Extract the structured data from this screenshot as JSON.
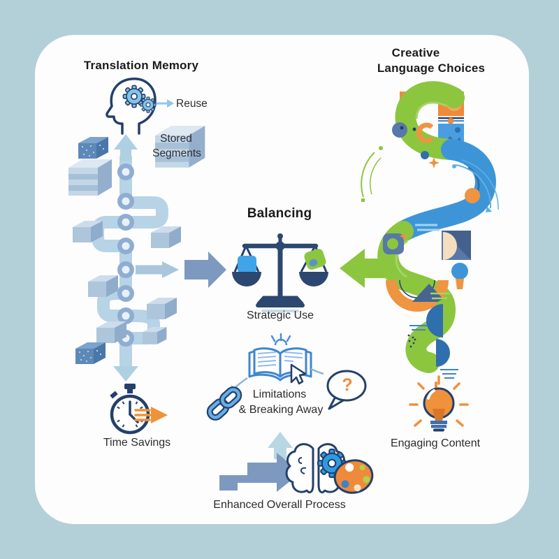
{
  "colors": {
    "background": "#b3cfd8",
    "card": "#fdfdfd",
    "navy": "#24406b",
    "blue": "#4a9de0",
    "light_blue_path": "#b7d3e6",
    "slate_arrow": "#7e99c0",
    "green": "#8cc63f",
    "orange": "#f0913c"
  },
  "left": {
    "title": "Translation Memory",
    "reuse": "Reuse",
    "stored_line1": "Stored",
    "stored_line2": "Segments",
    "time": "Time Savings"
  },
  "center": {
    "title": "Balancing",
    "strategic": "Strategic Use",
    "limitations_line1": "Limitations",
    "limitations_line2": "& Breaking Away",
    "question": "?",
    "enhanced": "Enhanced Overall Process"
  },
  "right": {
    "title_line1": "Creative",
    "title_line2": "Language Choices",
    "engaging": "Engaging Content"
  }
}
